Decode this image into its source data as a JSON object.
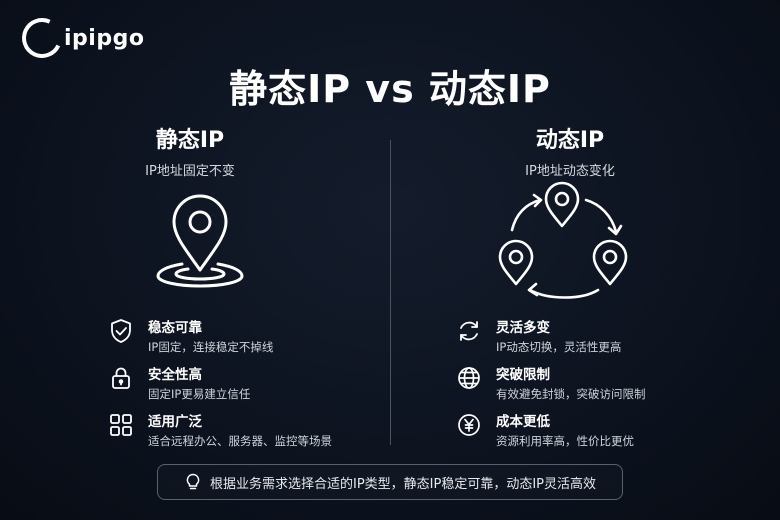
{
  "brand": {
    "name": "ipipgo"
  },
  "title": "静态IP vs 动态IP",
  "left": {
    "title": "静态IP",
    "subtitle": "IP地址固定不变",
    "illustration_icon": "map-pin-icon",
    "features": [
      {
        "icon": "shield-check-icon",
        "title": "稳态可靠",
        "desc": "IP固定，连接稳定不掉线"
      },
      {
        "icon": "lock-icon",
        "title": "安全性高",
        "desc": "固定IP更易建立信任"
      },
      {
        "icon": "grid-icon",
        "title": "适用广泛",
        "desc": "适合远程办公、服务器、监控等场景"
      }
    ]
  },
  "right": {
    "title": "动态IP",
    "subtitle": "IP地址动态变化",
    "illustration_icon": "rotating-pins-icon",
    "features": [
      {
        "icon": "refresh-icon",
        "title": "灵活多变",
        "desc": "IP动态切换，灵活性更高"
      },
      {
        "icon": "globe-icon",
        "title": "突破限制",
        "desc": "有效避免封锁，突破访问限制"
      },
      {
        "icon": "yuan-icon",
        "title": "成本更低",
        "desc": "资源利用率高，性价比更优"
      }
    ]
  },
  "tip": {
    "icon": "lightbulb-icon",
    "text": "根据业务需求选择合适的IP类型，静态IP稳定可靠，动态IP灵活高效"
  },
  "colors": {
    "background": "#0d1320",
    "text": "#ffffff",
    "divider": "#4b5261"
  }
}
